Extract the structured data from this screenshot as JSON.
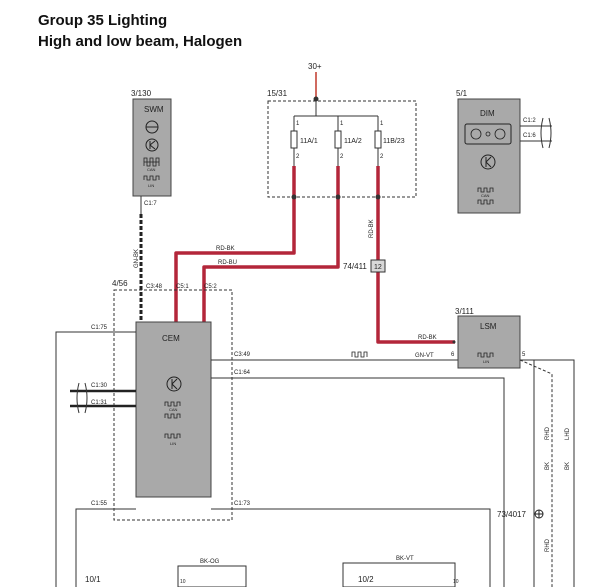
{
  "header": {
    "title": "Group 35 Lighting",
    "subtitle": "High and low beam, Halogen"
  },
  "colors": {
    "wire_red": "#b3263a",
    "wire_black": "#2a2a2a",
    "module_fill": "#a9a9a9"
  },
  "supply": {
    "label": "30+"
  },
  "fusebox": {
    "ref": "15/31",
    "fuses": [
      {
        "name": "11A/1",
        "in": "1",
        "out": "2"
      },
      {
        "name": "11A/2",
        "in": "1",
        "out": "2"
      },
      {
        "name": "11B/23",
        "in": "1",
        "out": "2"
      }
    ]
  },
  "swm": {
    "ref": "3/130",
    "name": "SWM",
    "pin": "C1:7",
    "can": "CAN",
    "lin": "LIN"
  },
  "dim": {
    "ref": "5/1",
    "name": "DIM",
    "pin1": "C1:2",
    "pin2": "C1:6",
    "can": "CAN"
  },
  "cem": {
    "ref": "4/56",
    "name": "CEM",
    "can": "CAN",
    "lin": "LIN",
    "pins": {
      "c3_48": "C3:48",
      "c5_1": "C5:1",
      "c5_2": "C5:2",
      "c1_75": "C1:75",
      "c1_30": "C1:30",
      "c1_31": "C1:31",
      "c3_49": "C3:49",
      "c1_64": "C1:64",
      "c1_55": "C1:55",
      "c1_73": "C1:73"
    }
  },
  "lsm": {
    "ref": "3/111",
    "name": "LSM",
    "lin": "LIN",
    "pin6": "6",
    "pin5": "5"
  },
  "splice": {
    "ref": "74/411",
    "pin": "12"
  },
  "ground": {
    "ref": "73/4017"
  },
  "wires": {
    "gn_bk": "GN-BK",
    "rd_bk": "RD-BK",
    "rd_bu": "RD-BU",
    "rd_bk_v": "RD-BK",
    "rd_bk_lsm": "RD-BK",
    "gn_vt": "GN-VT",
    "rhd1": "RHD",
    "lhd1": "LHD",
    "bk1": "BK",
    "bk2": "BK",
    "rhd2": "RHD",
    "bk_og": "BK-OG",
    "bk_vt": "BK-VT"
  },
  "bottom": {
    "left_ref": "10/1",
    "right_ref": "10/2",
    "left_pin": "10",
    "right_pin": "10"
  }
}
